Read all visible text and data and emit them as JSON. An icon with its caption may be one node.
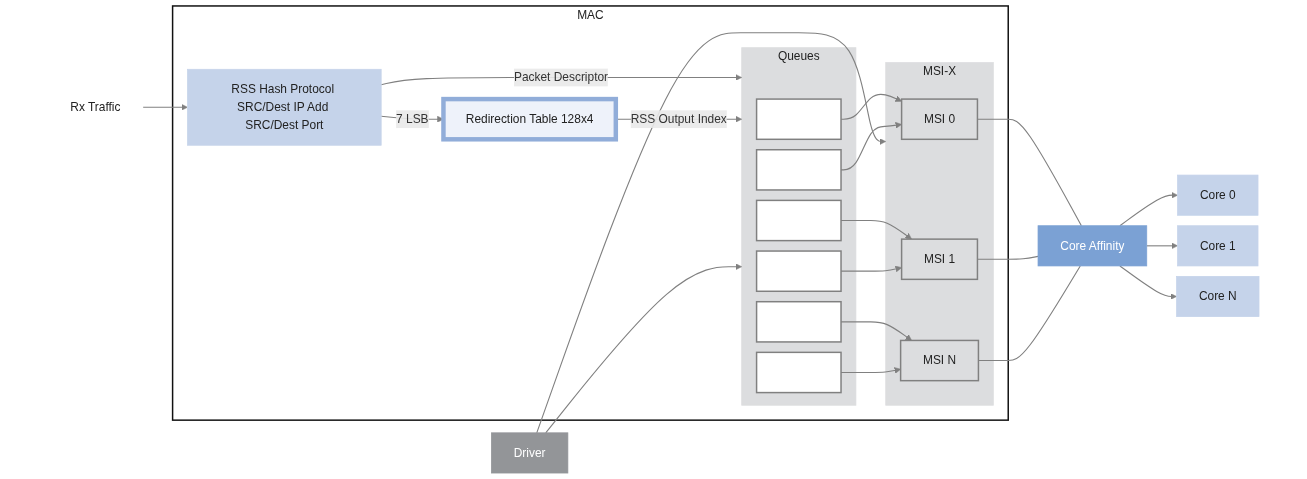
{
  "diagram": {
    "nodes": [
      {
        "text": [
          "MAC"
        ]
      },
      {
        "text": [
          "Rx Traffic"
        ]
      },
      {
        "text": [
          "RSS Hash Protocol SRC/Dest IP Add SRC/Dest Port"
        ],
        "in": 0
      },
      {
        "text": [
          "Redirection Table 128x4"
        ],
        "in": 0
      },
      {
        "text": [
          "Queues"
        ],
        "in": 0
      },
      {
        "text": [],
        "shape": "bar",
        "in": 4
      },
      {
        "text": [],
        "shape": "bar",
        "in": 4
      },
      {
        "text": [],
        "shape": "bar",
        "in": 4
      },
      {
        "text": [],
        "shape": "bar",
        "in": 4
      },
      {
        "text": [],
        "shape": "bar",
        "in": 4
      },
      {
        "text": [],
        "shape": "bar",
        "in": 4
      },
      {
        "text": [
          "MSI-X"
        ],
        "in": 0
      },
      {
        "text": [
          "MSI 0"
        ],
        "in": 11
      },
      {
        "text": [
          "MSI 1"
        ],
        "in": 11
      },
      {
        "text": [
          "MSI N"
        ],
        "in": 11
      },
      {
        "text": [
          "Core Affinity"
        ]
      },
      {
        "text": [
          "Core 0"
        ]
      },
      {
        "text": [
          "Core 1"
        ]
      },
      {
        "text": [
          "Core N"
        ]
      },
      {
        "text": [
          "Driver"
        ]
      }
    ],
    "edges": [
      {
        "from": 1,
        "to": 2,
        "arrow": "to"
      },
      {
        "from": 2,
        "to": 4,
        "arrow": "to",
        "label": "Packet Descriptor"
      },
      {
        "from": 2,
        "to": 3,
        "arrow": "to",
        "label": "7 LSB"
      },
      {
        "from": 3,
        "to": 4,
        "arrow": "to",
        "label": "RSS Output Index"
      },
      {
        "from": 5,
        "to": 12,
        "arrow": "to"
      },
      {
        "from": 6,
        "to": 12,
        "arrow": "to"
      },
      {
        "from": 7,
        "to": 13,
        "arrow": "to"
      },
      {
        "from": 8,
        "to": 13,
        "arrow": "to"
      },
      {
        "from": 9,
        "to": 14,
        "arrow": "to"
      },
      {
        "from": 10,
        "to": 14,
        "arrow": "to"
      },
      {
        "from": 12,
        "to": 15,
        "arrow": "none"
      },
      {
        "from": 13,
        "to": 15,
        "arrow": "none"
      },
      {
        "from": 14,
        "to": 15,
        "arrow": "none"
      },
      {
        "from": 15,
        "to": 16,
        "arrow": "to"
      },
      {
        "from": 15,
        "to": 17,
        "arrow": "to"
      },
      {
        "from": 15,
        "to": 18,
        "arrow": "to"
      },
      {
        "from": 19,
        "to": 4,
        "arrow": "to"
      },
      {
        "from": 19,
        "to": 11,
        "arrow": "to"
      }
    ]
  }
}
